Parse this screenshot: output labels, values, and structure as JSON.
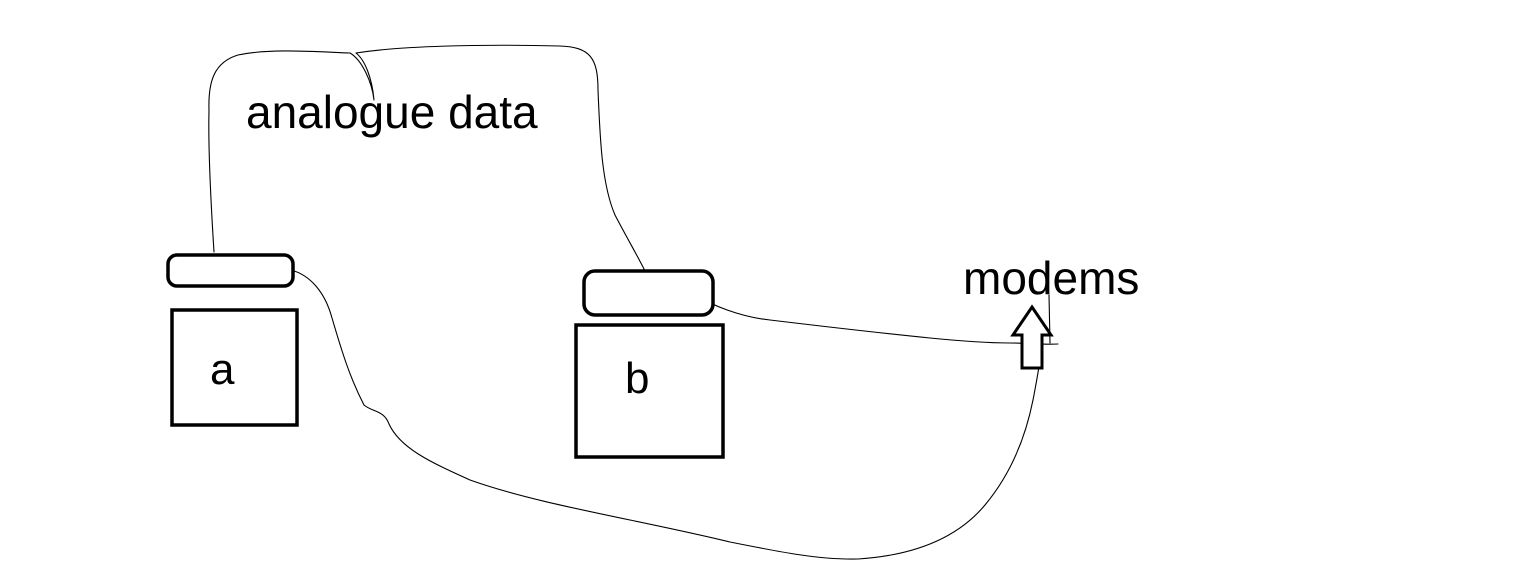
{
  "diagram": {
    "link_label": "analogue data",
    "device_label": "modems",
    "nodes": [
      {
        "id": "a",
        "label": "a"
      },
      {
        "id": "b",
        "label": "b"
      }
    ]
  },
  "colors": {
    "stroke": "#000000",
    "background": "#ffffff"
  }
}
